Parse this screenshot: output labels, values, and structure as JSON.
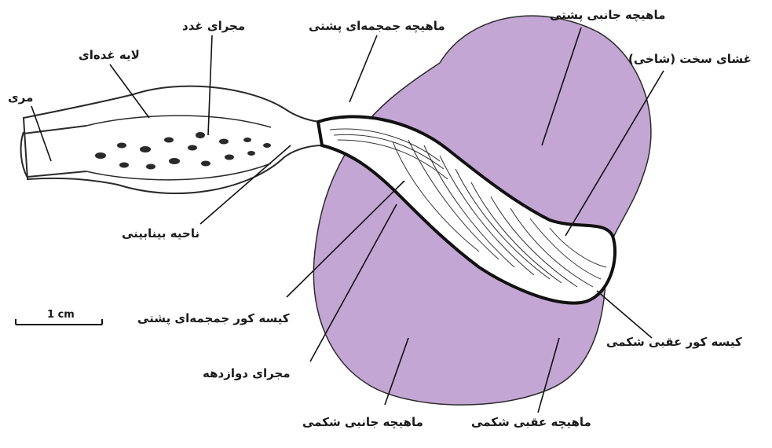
{
  "diagram": {
    "colors": {
      "muscle_fill": "#c3a6d3",
      "outline": "#2a2a2a",
      "background": "#ffffff"
    },
    "labels": {
      "esophagus": "مری",
      "glandular_layer": "لایه غده‌ای",
      "gland_duct": "مجرای غدد",
      "dorsal_cranial_muscle": "ماهیچه جمجمه‌ای پشتی",
      "dorsal_lateral_muscle": "ماهیچه جانبی پشتی",
      "tough_membrane": "غشای سخت (شاخی)",
      "intermediate_zone": "ناحیه بینابینی",
      "dorsal_cranial_blind_sac": "کیسه کور جمجمه‌ای پشتی",
      "ventral_caudal_blind_sac": "کیسه کور عقبی شکمی",
      "duodenal_duct": "مجرای دوازدهه",
      "ventral_lateral_muscle": "ماهیچه جانبی شکمی",
      "ventral_caudal_muscle": "ماهیچه عقبی شکمی"
    },
    "scale_bar": {
      "label": "1 cm"
    }
  }
}
